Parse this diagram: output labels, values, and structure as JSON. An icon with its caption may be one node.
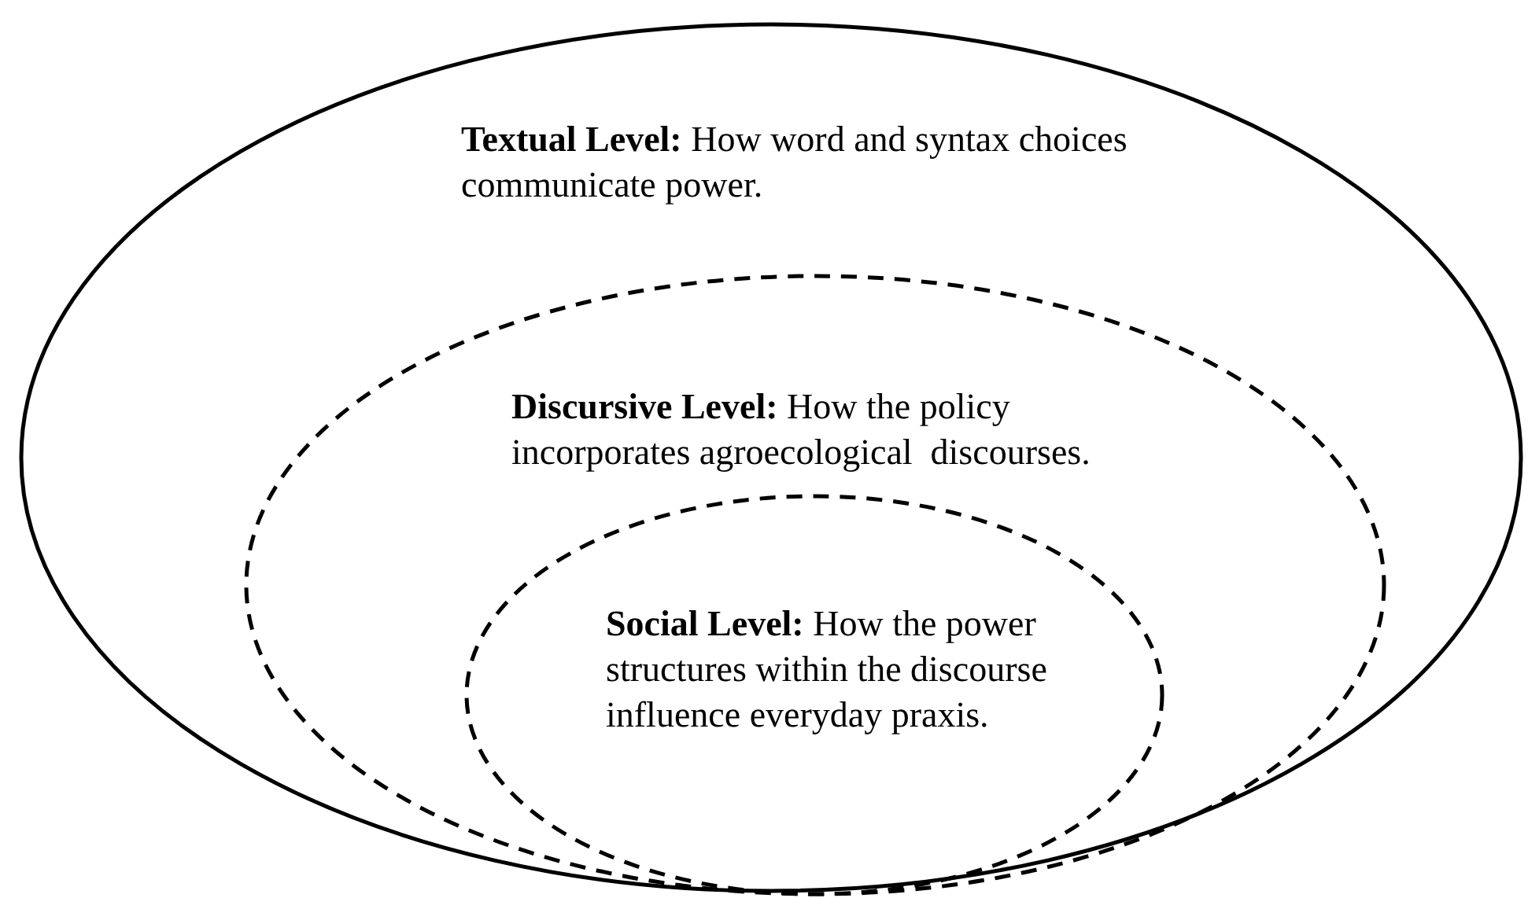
{
  "diagram": {
    "nodes": [
      {
        "text": [
          "**Textual Level:** How word and syntax choices communicate power."
        ]
      },
      {
        "text": [
          "**Discursive Level:** How the policy incorporates agroecological  discourses."
        ],
        "in": 0
      },
      {
        "text": [
          "**Social Level:** How the power structures within the discourse influence everyday praxis."
        ],
        "in": 1
      }
    ]
  }
}
